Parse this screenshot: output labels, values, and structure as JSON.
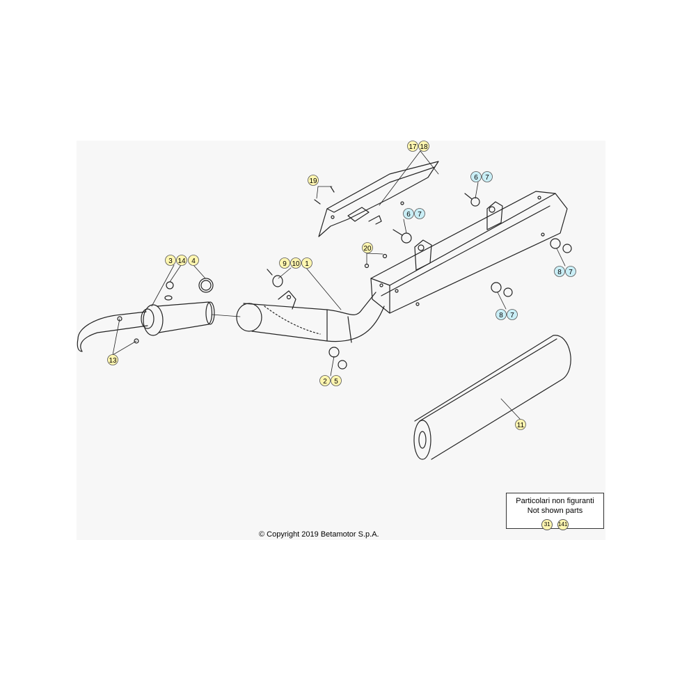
{
  "colors": {
    "yellow": "#fff6b0",
    "cyan": "#c9eef6",
    "stroke": "#222222"
  },
  "callouts": {
    "c17": "17",
    "c18": "18",
    "c19": "19",
    "c20": "20",
    "c6a": "6",
    "c7a": "7",
    "c6b": "6",
    "c7b": "7",
    "c8a": "8",
    "c7c": "7",
    "c8b": "8",
    "c7d": "7",
    "c3": "3",
    "c14": "14",
    "c4": "4",
    "c9": "9",
    "c10": "10",
    "c1": "1",
    "c13": "13",
    "c2": "2",
    "c5": "5",
    "c11": "11"
  },
  "legend": {
    "line1": "Particolari non figuranti",
    "line2": "Not shown parts",
    "items": [
      "31",
      "141"
    ]
  },
  "copyright": "© Copyright 2019 Betamotor S.p.A."
}
